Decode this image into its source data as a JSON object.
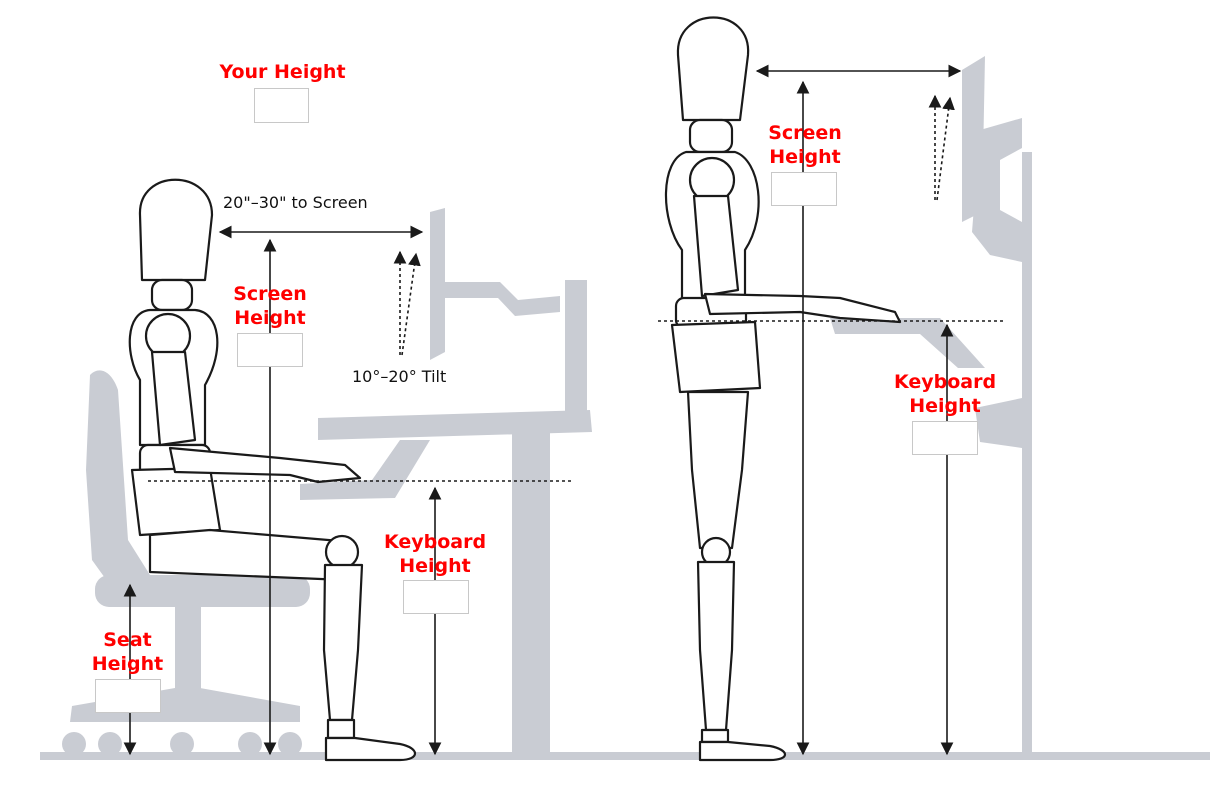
{
  "labels": {
    "your_height": "Your Height",
    "seated": {
      "screen_height_1": "Screen",
      "screen_height_2": "Height",
      "keyboard_height_1": "Keyboard",
      "keyboard_height_2": "Height",
      "seat_height_1": "Seat",
      "seat_height_2": "Height",
      "distance_note": "20\"–30\" to Screen",
      "tilt_note": "10°–20° Tilt"
    },
    "standing": {
      "screen_height_1": "Screen",
      "screen_height_2": "Height",
      "keyboard_height_1": "Keyboard",
      "keyboard_height_2": "Height"
    }
  },
  "inputs": {
    "your_height": "",
    "seated_screen_height": "",
    "seated_keyboard_height": "",
    "seat_height": "",
    "standing_screen_height": "",
    "standing_keyboard_height": ""
  },
  "colors": {
    "label_red": "#ff0000",
    "furniture_gray": "#c9ccd3",
    "figure_stroke": "#1a1a1a",
    "input_border": "#c8c8c8"
  }
}
